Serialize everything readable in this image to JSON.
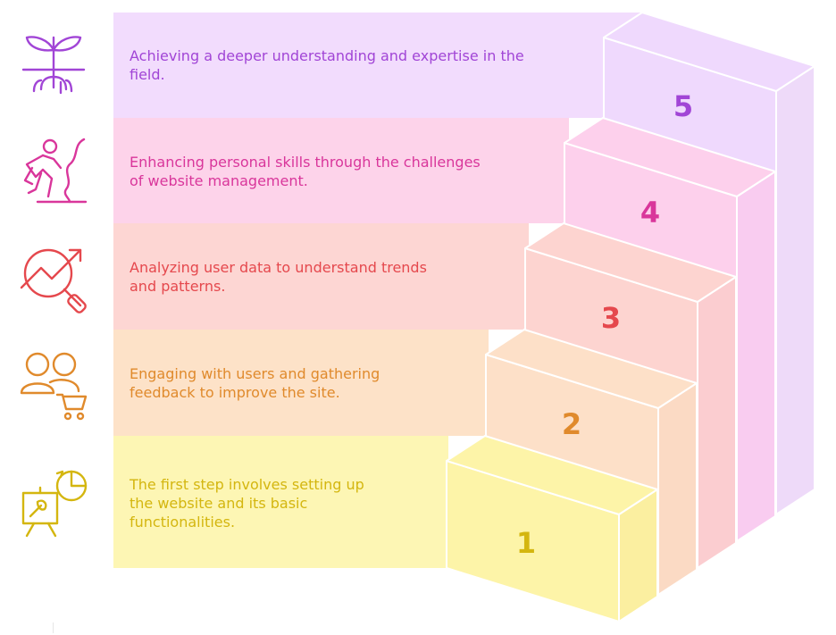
{
  "steps": [
    {
      "number": "1",
      "text": "The first step involves setting up\nthe website and its basic\nfunctionalities.",
      "color": "#d4b60f",
      "band": "#fdf6b4",
      "face": "#fdf4a8",
      "side": "#fbefa0",
      "icon": "easel-icon"
    },
    {
      "number": "2",
      "text": "Engaging with users and gathering\nfeedback to improve the site.",
      "color": "#e08a2c",
      "band": "#fde2c8",
      "face": "#fde0c8",
      "side": "#fbdac4",
      "icon": "users-cart-icon"
    },
    {
      "number": "3",
      "text": "Analyzing user data to understand trends\nand patterns.",
      "color": "#e5484d",
      "band": "#fdd6d3",
      "face": "#fdd4d0",
      "side": "#fbcdd0",
      "icon": "analytics-icon"
    },
    {
      "number": "4",
      "text": "Enhancing personal skills through the challenges\nof website management.",
      "color": "#d9369b",
      "band": "#fdd3ea",
      "face": "#fdd0ec",
      "side": "#f9ccf0",
      "icon": "climber-icon"
    },
    {
      "number": "5",
      "text": "Achieving a deeper understanding and expertise in the\nfield.",
      "color": "#a145d6",
      "band": "#f2dcfd",
      "face": "#efd9fd",
      "side": "#eedaf9",
      "icon": "sprout-icon"
    }
  ]
}
